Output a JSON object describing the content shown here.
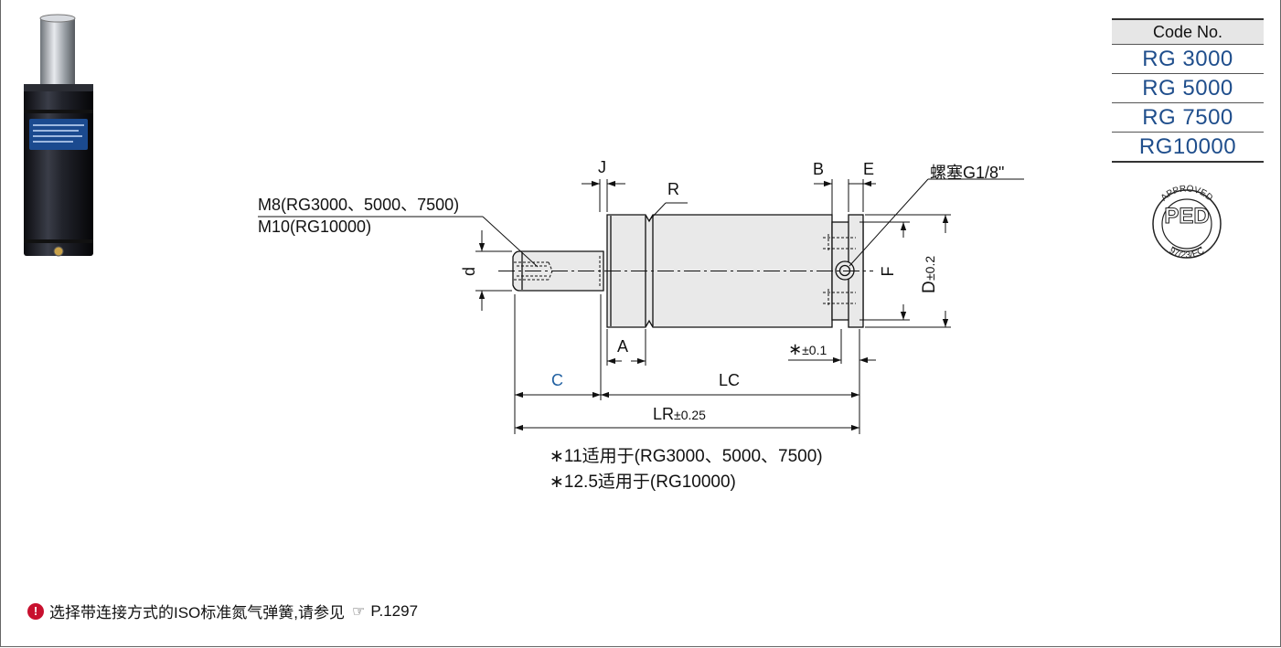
{
  "code_table": {
    "header": "Code No.",
    "codes": [
      "RG  3000",
      "RG  5000",
      "RG  7500",
      "RG10000"
    ]
  },
  "badge": {
    "top_text": "APPROVED",
    "center_text": "PED",
    "bottom_text": "97/23/EC"
  },
  "labels": {
    "thread_line1": "M8(RG3000、5000、7500)",
    "thread_line2": "M10(RG10000)",
    "J": "J",
    "R": "R",
    "B": "B",
    "E": "E",
    "plug": "螺塞G1/8\"",
    "d": "d",
    "F": "F",
    "D": "D",
    "D_tol": "±0.2",
    "A": "A",
    "star_tol_star": "∗",
    "star_tol": "±0.1",
    "C": "C",
    "LC": "LC",
    "LR": "LR",
    "LR_tol": "±0.25"
  },
  "footnotes": [
    "∗11适用于(RG3000、5000、7500)",
    "∗12.5适用于(RG10000)"
  ],
  "footer": {
    "text": "选择带连接方式的ISO标准氮气弹簧,请参见",
    "ref": "P.1297"
  },
  "colors": {
    "accent_blue": "#1f5fa0",
    "body_fill": "#e9e9e9",
    "info_red": "#c8102e"
  }
}
